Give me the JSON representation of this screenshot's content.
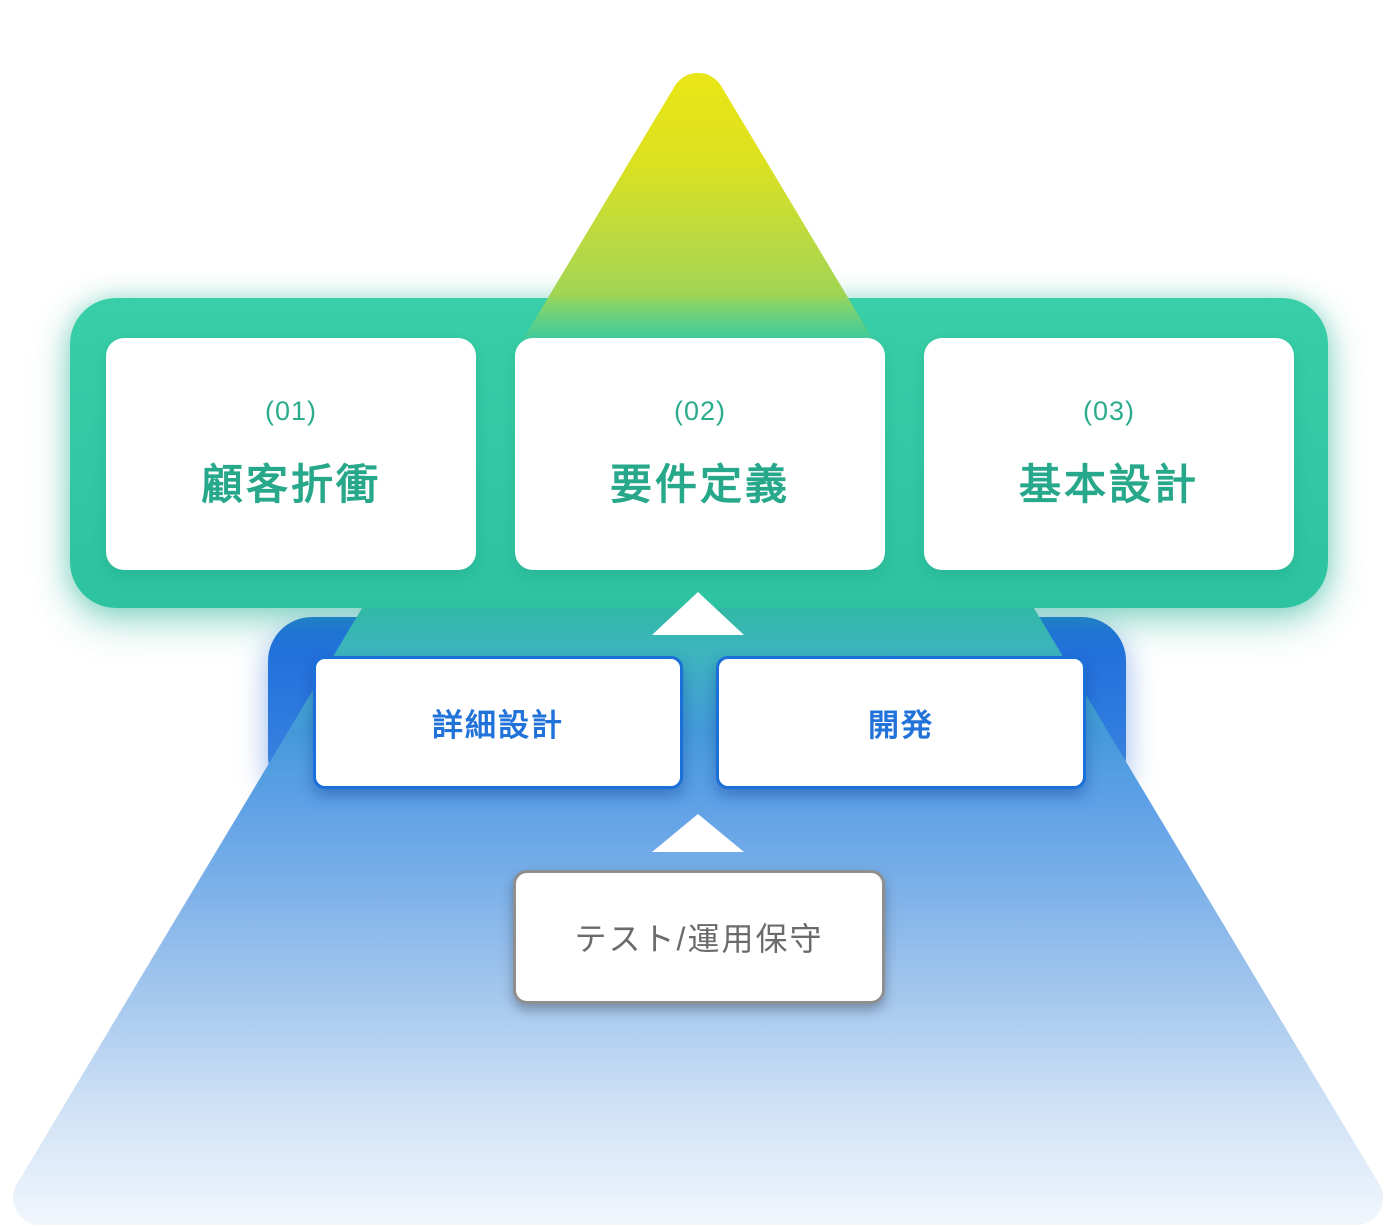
{
  "diagram": {
    "title_hint": "development process pyramid",
    "pyramid": {
      "gradient_top": "#e9e615",
      "gradient_upper_mid": "#b6d945",
      "gradient_mid": "#37c6a5",
      "gradient_lower_mid": "#5da0e6",
      "gradient_bottom": "#f2f7fd"
    },
    "top_band": {
      "color": "#31c8a3",
      "text_color": "#28a88b",
      "cards": [
        {
          "number": "(01)",
          "title": "顧客折衝"
        },
        {
          "number": "(02)",
          "title": "要件定義"
        },
        {
          "number": "(03)",
          "title": "基本設計"
        }
      ]
    },
    "middle_band": {
      "color": "#1d6bdb",
      "text_color": "#2173da",
      "cards": [
        {
          "label": "詳細設計"
        },
        {
          "label": "開発"
        }
      ]
    },
    "bottom_card": {
      "label": "テスト/運用保守",
      "border_color": "#8f8f8f",
      "text_color": "#6b6b6b"
    },
    "arrows": {
      "direction": "up",
      "color": "#ffffff"
    }
  }
}
